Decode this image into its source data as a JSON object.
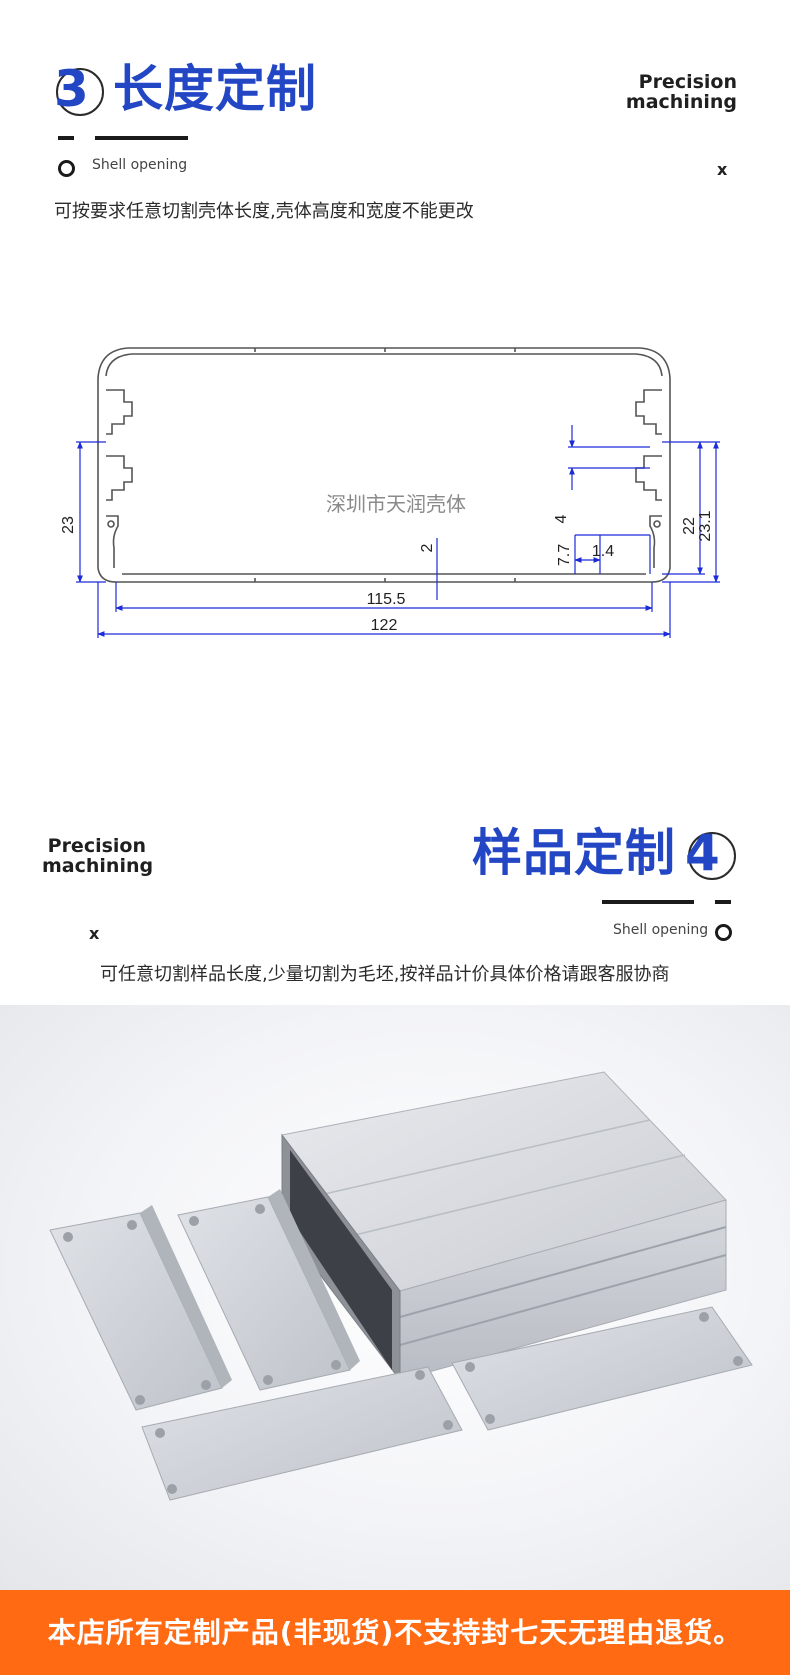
{
  "section3": {
    "number": "3",
    "title": "长度定制",
    "tag_line1": "Precision",
    "tag_line2": "machining",
    "shell_label": "Shell opening",
    "x_mark": "x",
    "description": "可按要求任意切割壳体长度,壳体高度和宽度不能更改"
  },
  "drawing": {
    "watermark": "深圳市天润壳体",
    "dim_left_height": "23",
    "dim_center": "2",
    "dim_slot": "4",
    "dim_low": "7.7",
    "dim_gap": "1.4",
    "dim_right_inner": "22",
    "dim_right_outer": "23.1",
    "dim_inner_width": "115.5",
    "dim_outer_width": "122",
    "line_color": "#1c2bd8",
    "profile_color": "#555555"
  },
  "section4": {
    "number": "4",
    "title": "样品定制",
    "tag_line1": "Precision",
    "tag_line2": "machining",
    "shell_label": "Shell opening",
    "x_mark": "x",
    "description": "可任意切割样品长度,少量切割为毛坯,按祥品计价具体价格请跟客服协商"
  },
  "footer": {
    "text": "本店所有定制产品(非现货)不支持封七天无理由退货。",
    "bg_color": "#ff6a13"
  },
  "accent_color": "#2246c4"
}
